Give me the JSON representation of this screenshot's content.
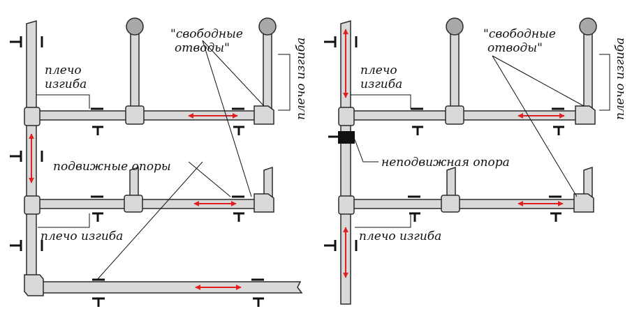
{
  "diagrams": [
    {
      "label_free_bends": [
        "\"свободные",
        "отводы\""
      ],
      "label_bend_arm_vertical": "плечо изгиба",
      "label_bend_arm_top": [
        "плечо",
        "изгиба"
      ],
      "label_movable_supports": "подвижные опоры",
      "label_bend_arm_bottom": "плечо изгиба"
    },
    {
      "label_free_bends": [
        "\"свободные",
        "отводы\""
      ],
      "label_bend_arm_vertical": "плечо изгиба",
      "label_bend_arm_top": [
        "плечо",
        "изгиба"
      ],
      "label_fixed_support": "неподвижная опора",
      "label_bend_arm_bottom": "плечо изгиба"
    }
  ],
  "colors": {
    "pipe_fill": "#d9d9d9",
    "pipe_stroke": "#2a2a2a",
    "arrow": "#e02020",
    "fixed_support": "#111111"
  }
}
